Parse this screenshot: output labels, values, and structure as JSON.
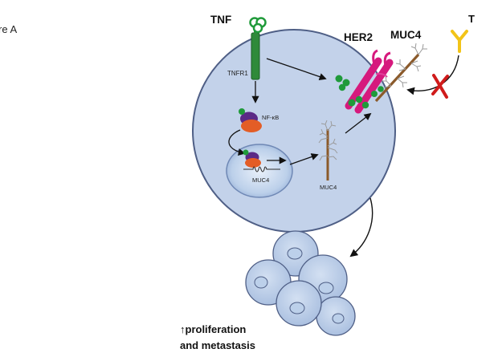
{
  "figure": {
    "panel_label": "re A"
  },
  "labels": {
    "tnf": "TNF",
    "tnfr1": "TNFR1",
    "her2": "HER2",
    "muc4_top": "MUC4",
    "antibody": "T",
    "nfkb": "NF-κB",
    "muc4_gene": "MUC4",
    "muc4_protein": "MUC4",
    "outcome_line1": "↑proliferation",
    "outcome_line2": "and metastasis"
  },
  "colors": {
    "cell_fill": "#c3d2ea",
    "cell_stroke": "#4f5f86",
    "nucleus_fill": "#bfd1e9",
    "receptor_green": "#2f8a3a",
    "her2_magenta": "#d6197d",
    "muc4_brown": "#8b5a2b",
    "antibody_yellow": "#f2c418",
    "block_red": "#d01b1b",
    "nfkb_purple": "#5b2a86",
    "nfkb_orange": "#e35d26",
    "ligand_green": "#1f9a3a"
  }
}
